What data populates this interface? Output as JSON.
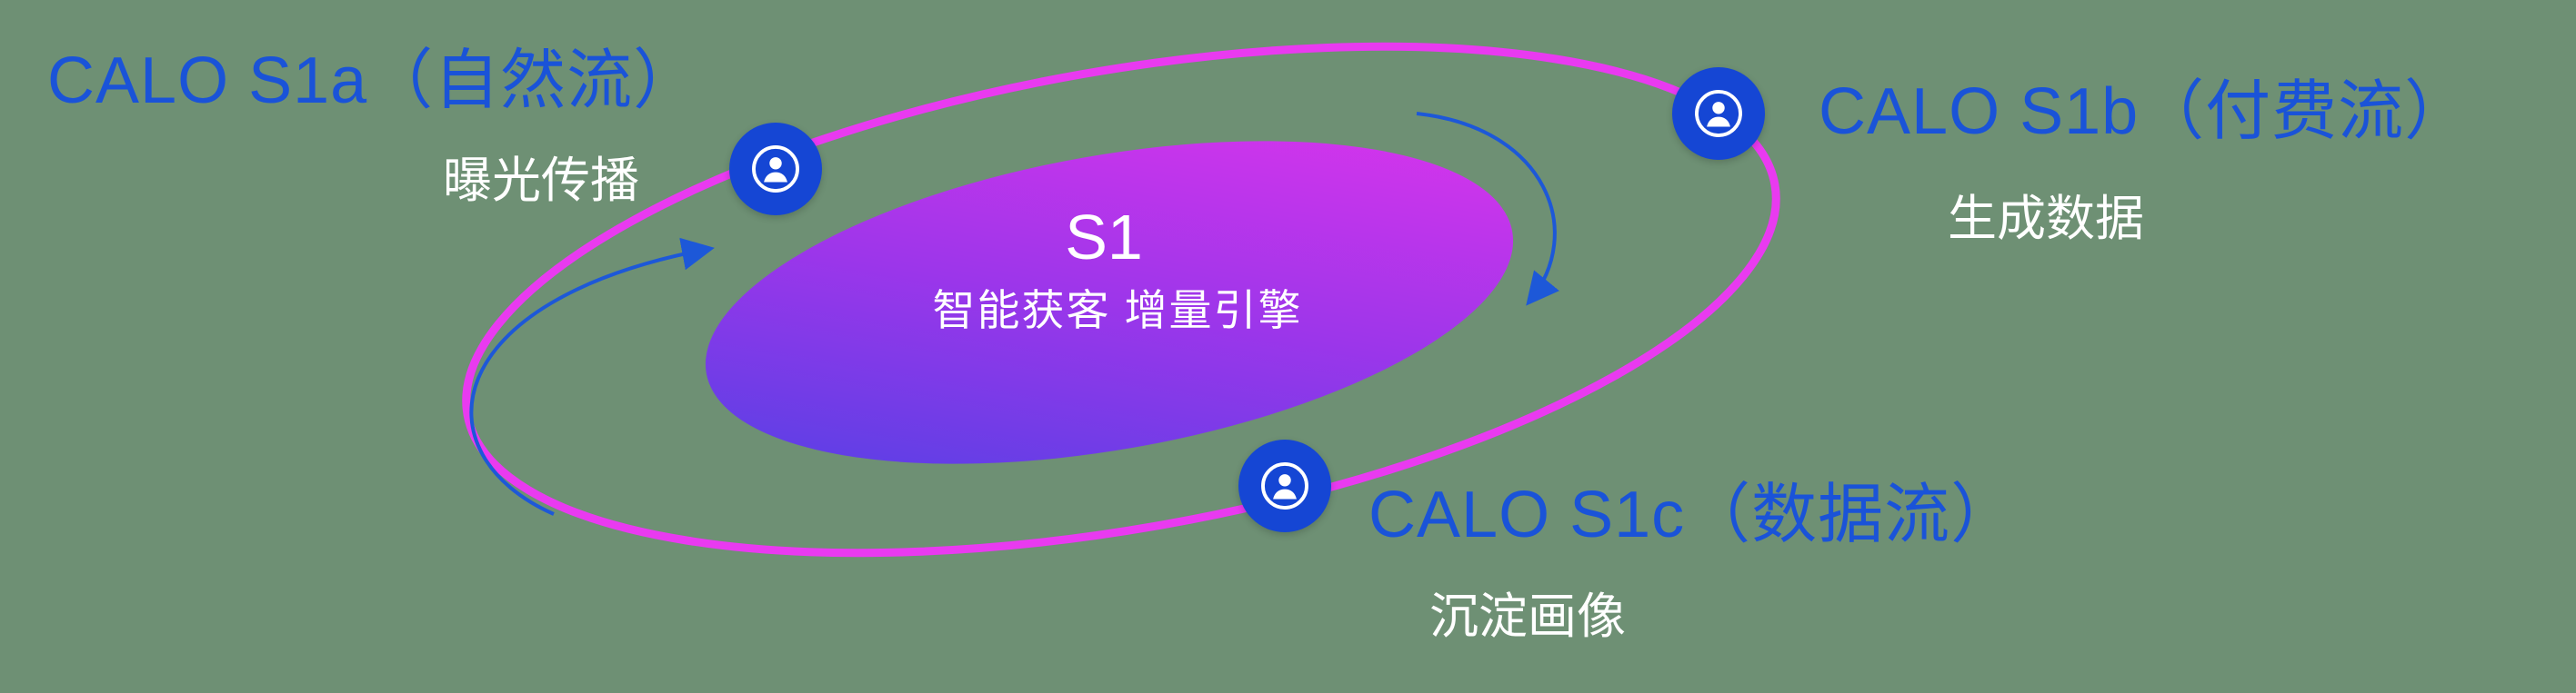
{
  "diagram": {
    "center": {
      "title": "S1",
      "subtitle": "智能获客  增量引擎"
    },
    "nodes": [
      {
        "id": "s1a",
        "label": "CALO S1a（自然流）",
        "subtitle": "曝光传播",
        "icon": "user-icon"
      },
      {
        "id": "s1b",
        "label": "CALO S1b（付费流）",
        "subtitle": "生成数据",
        "icon": "user-icon"
      },
      {
        "id": "s1c",
        "label": "CALO S1c（数据流）",
        "subtitle": "沉淀画像",
        "icon": "user-icon"
      }
    ],
    "colors": {
      "background": "#6e9074",
      "orbit_ring": "#e93af0",
      "node_fill": "#1546d4",
      "label_text": "#1a53d8",
      "subtitle_text": "#ffffff",
      "center_text": "#ffffff",
      "arrow": "#1d58d8",
      "core_gradient_start": "#4b42e4",
      "core_gradient_mid": "#9c36ea",
      "core_gradient_end": "#e334ec"
    }
  }
}
